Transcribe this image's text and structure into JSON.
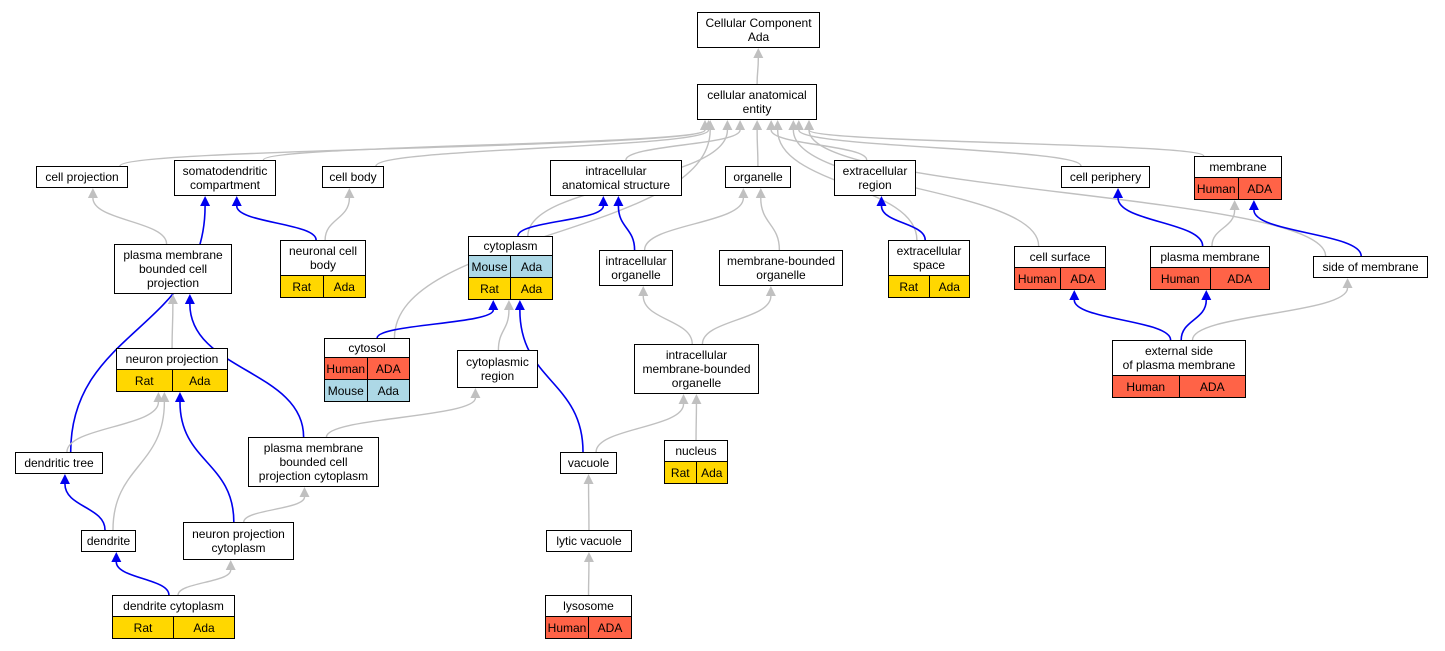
{
  "colors": {
    "gray_edge": "#c0c0c0",
    "blue_edge": "#0000ee",
    "Rat": "#ffd700",
    "Ada": "#ffd700",
    "Human": "#ff6347",
    "ADA": "#ff6347",
    "Mouse": "#add8e6",
    "Mouse_Ada": "#add8e6"
  },
  "nodes": [
    {
      "id": "cc",
      "label": "Cellular Component\nAda",
      "rows": []
    },
    {
      "id": "cae",
      "label": "cellular anatomical\nentity",
      "rows": []
    },
    {
      "id": "cellproj",
      "label": "cell projection",
      "rows": []
    },
    {
      "id": "somato",
      "label": "somatodendritic\ncompartment",
      "rows": []
    },
    {
      "id": "cellbody",
      "label": "cell body",
      "rows": []
    },
    {
      "id": "intra_struct",
      "label": "intracellular\nanatomical structure",
      "rows": []
    },
    {
      "id": "organelle",
      "label": "organelle",
      "rows": []
    },
    {
      "id": "extracell_region",
      "label": "extracellular\nregion",
      "rows": []
    },
    {
      "id": "cellperiph",
      "label": "cell periphery",
      "rows": []
    },
    {
      "id": "membrane",
      "label": "membrane",
      "rows": [
        [
          "Human",
          "ADA"
        ]
      ]
    },
    {
      "id": "pmbcp",
      "label": "plasma membrane\nbounded cell\nprojection",
      "rows": []
    },
    {
      "id": "neuronalcellbody",
      "label": "neuronal cell\nbody",
      "rows": [
        [
          "Rat",
          "Ada"
        ]
      ]
    },
    {
      "id": "cytoplasm",
      "label": "cytoplasm",
      "rows": [
        [
          "Mouse",
          "Ada"
        ],
        [
          "Rat",
          "Ada"
        ]
      ]
    },
    {
      "id": "intra_org",
      "label": "intracellular\norganelle",
      "rows": []
    },
    {
      "id": "mbo",
      "label": "membrane-bounded\norganelle",
      "rows": []
    },
    {
      "id": "extracell_space",
      "label": "extracellular\nspace",
      "rows": [
        [
          "Rat",
          "Ada"
        ]
      ]
    },
    {
      "id": "cellsurface",
      "label": "cell surface",
      "rows": [
        [
          "Human",
          "ADA"
        ]
      ]
    },
    {
      "id": "plasmamembrane",
      "label": "plasma membrane",
      "rows": [
        [
          "Human",
          "ADA"
        ]
      ]
    },
    {
      "id": "sideofmembrane",
      "label": "side of membrane",
      "rows": []
    },
    {
      "id": "neuronproj",
      "label": "neuron projection",
      "rows": [
        [
          "Rat",
          "Ada"
        ]
      ]
    },
    {
      "id": "cytosol",
      "label": "cytosol",
      "rows": [
        [
          "Human",
          "ADA"
        ],
        [
          "Mouse",
          "Ada"
        ]
      ]
    },
    {
      "id": "cytoregion",
      "label": "cytoplasmic\nregion",
      "rows": []
    },
    {
      "id": "imbo",
      "label": "intracellular\nmembrane-bounded\norganelle",
      "rows": []
    },
    {
      "id": "extside",
      "label": "external side\nof plasma membrane",
      "rows": [
        [
          "Human",
          "ADA"
        ]
      ]
    },
    {
      "id": "dendtree",
      "label": "dendritic tree",
      "rows": []
    },
    {
      "id": "pmbcpc",
      "label": "plasma membrane\nbounded cell\nprojection cytoplasm",
      "rows": []
    },
    {
      "id": "vacuole",
      "label": "vacuole",
      "rows": []
    },
    {
      "id": "nucleus",
      "label": "nucleus",
      "rows": [
        [
          "Rat",
          "Ada"
        ]
      ]
    },
    {
      "id": "dendrite",
      "label": "dendrite",
      "rows": []
    },
    {
      "id": "npc",
      "label": "neuron projection\ncytoplasm",
      "rows": []
    },
    {
      "id": "lyticvac",
      "label": "lytic vacuole",
      "rows": []
    },
    {
      "id": "dendcyto",
      "label": "dendrite cytoplasm",
      "rows": [
        [
          "Rat",
          "Ada"
        ]
      ]
    },
    {
      "id": "lysosome",
      "label": "lysosome",
      "rows": [
        [
          "Human",
          "ADA"
        ]
      ]
    }
  ],
  "edges": [
    {
      "from": "cae",
      "to": "cc",
      "color": "gray"
    },
    {
      "from": "cellproj",
      "to": "cae",
      "color": "gray"
    },
    {
      "from": "somato",
      "to": "cae",
      "color": "gray"
    },
    {
      "from": "cellbody",
      "to": "cae",
      "color": "gray"
    },
    {
      "from": "cytosol",
      "to": "cae",
      "color": "gray"
    },
    {
      "from": "cytoplasm",
      "to": "cae",
      "color": "gray"
    },
    {
      "from": "intra_struct",
      "to": "cae",
      "color": "gray"
    },
    {
      "from": "organelle",
      "to": "cae",
      "color": "gray"
    },
    {
      "from": "extracell_region",
      "to": "cae",
      "color": "gray"
    },
    {
      "from": "extracell_space",
      "to": "cae",
      "color": "gray"
    },
    {
      "from": "cellsurface",
      "to": "cae",
      "color": "gray"
    },
    {
      "from": "cellperiph",
      "to": "cae",
      "color": "gray"
    },
    {
      "from": "membrane",
      "to": "cae",
      "color": "gray"
    },
    {
      "from": "sideofmembrane",
      "to": "cae",
      "color": "gray"
    },
    {
      "from": "pmbcp",
      "to": "cellproj",
      "color": "gray"
    },
    {
      "from": "neuronalcellbody",
      "to": "somato",
      "color": "blue"
    },
    {
      "from": "neuronalcellbody",
      "to": "cellbody",
      "color": "gray"
    },
    {
      "from": "dendtree",
      "to": "somato",
      "color": "blue"
    },
    {
      "from": "neuronproj",
      "to": "pmbcp",
      "color": "gray"
    },
    {
      "from": "pmbcpc",
      "to": "pmbcp",
      "color": "blue"
    },
    {
      "from": "cytoplasm",
      "to": "intra_struct",
      "color": "blue"
    },
    {
      "from": "intra_org",
      "to": "intra_struct",
      "color": "blue"
    },
    {
      "from": "intra_org",
      "to": "organelle",
      "color": "gray"
    },
    {
      "from": "mbo",
      "to": "organelle",
      "color": "gray"
    },
    {
      "from": "extracell_space",
      "to": "extracell_region",
      "color": "blue"
    },
    {
      "from": "plasmamembrane",
      "to": "cellperiph",
      "color": "blue"
    },
    {
      "from": "plasmamembrane",
      "to": "membrane",
      "color": "gray"
    },
    {
      "from": "sideofmembrane",
      "to": "membrane",
      "color": "blue"
    },
    {
      "from": "cytosol",
      "to": "cytoplasm",
      "color": "blue"
    },
    {
      "from": "cytoregion",
      "to": "cytoplasm",
      "color": "gray"
    },
    {
      "from": "vacuole",
      "to": "cytoplasm",
      "color": "blue"
    },
    {
      "from": "imbo",
      "to": "intra_org",
      "color": "gray"
    },
    {
      "from": "imbo",
      "to": "mbo",
      "color": "gray"
    },
    {
      "from": "extside",
      "to": "cellsurface",
      "color": "blue"
    },
    {
      "from": "extside",
      "to": "plasmamembrane",
      "color": "blue"
    },
    {
      "from": "extside",
      "to": "sideofmembrane",
      "color": "gray"
    },
    {
      "from": "dendtree",
      "to": "neuronproj",
      "color": "gray"
    },
    {
      "from": "dendrite",
      "to": "neuronproj",
      "color": "gray"
    },
    {
      "from": "npc",
      "to": "neuronproj",
      "color": "blue"
    },
    {
      "from": "pmbcpc",
      "to": "cytoregion",
      "color": "gray"
    },
    {
      "from": "vacuole",
      "to": "imbo",
      "color": "gray"
    },
    {
      "from": "nucleus",
      "to": "imbo",
      "color": "gray"
    },
    {
      "from": "dendrite",
      "to": "dendtree",
      "color": "blue"
    },
    {
      "from": "npc",
      "to": "pmbcpc",
      "color": "gray"
    },
    {
      "from": "lyticvac",
      "to": "vacuole",
      "color": "gray"
    },
    {
      "from": "dendcyto",
      "to": "dendrite",
      "color": "blue"
    },
    {
      "from": "dendcyto",
      "to": "npc",
      "color": "gray"
    },
    {
      "from": "lysosome",
      "to": "lyticvac",
      "color": "gray"
    }
  ]
}
